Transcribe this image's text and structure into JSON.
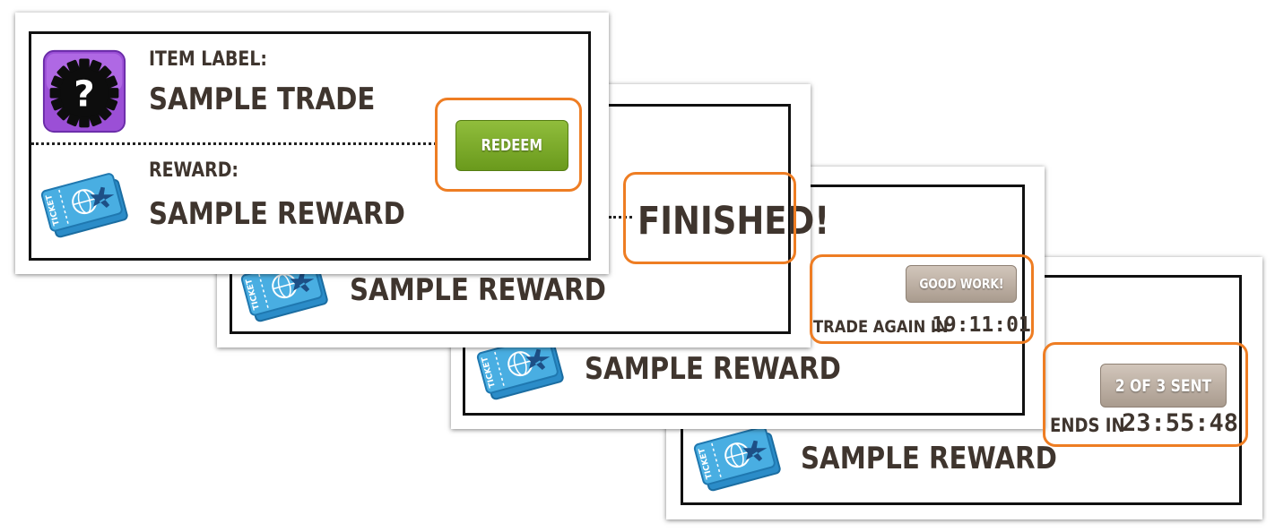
{
  "card1": {
    "item_label": "ITEM LABEL:",
    "item_value": "SAMPLE TRADE",
    "reward_label": "REWARD:",
    "reward_value": "SAMPLE REWARD",
    "button_label": "REDEEM"
  },
  "card2": {
    "reward_value": "SAMPLE REWARD",
    "status_text": "FINISHED!"
  },
  "card3": {
    "reward_value": "SAMPLE REWARD",
    "button_label": "GOOD WORK!",
    "timer_prefix": "TRADE AGAIN IN",
    "timer_value": "19:11:01"
  },
  "card4": {
    "reward_value": "SAMPLE REWARD",
    "button_label": "2 OF 3 SENT",
    "timer_prefix": "ENDS IN",
    "timer_value": "23:55:48"
  },
  "icons": {
    "trade_icon": "question-gear-icon",
    "reward_icon": "ticket-icon",
    "ticket_text": "TICKET"
  },
  "colors": {
    "highlight": "#ee7d23",
    "text": "#3f352e",
    "redeem_green": "#7aa82a",
    "trade_icon_purple": "#a95ce0",
    "ticket_blue": "#3c9fd6",
    "tan_button": "#b9ab9e"
  }
}
